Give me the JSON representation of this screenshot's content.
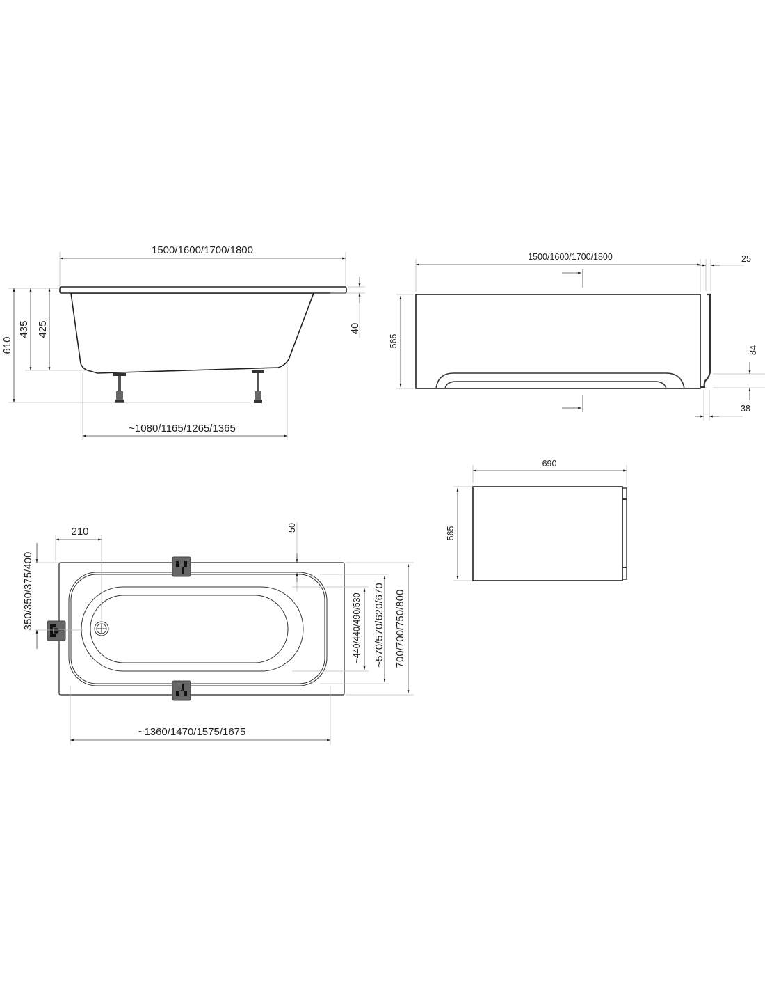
{
  "side_view": {
    "length_label": "1500/1600/1700/1800",
    "height_total": "610",
    "height_435": "435",
    "height_425": "425",
    "rim_thickness": "40",
    "leg_span": "~1080/1165/1265/1365"
  },
  "front_panel": {
    "length_label": "1500/1600/1700/1800",
    "height": "565",
    "thickness_top": "25",
    "profile_step": "84",
    "profile_bottom": "38"
  },
  "end_panel": {
    "width": "690",
    "height": "565"
  },
  "top_view": {
    "drain_offset": "210",
    "rim_offset": "50",
    "side_offset": "350/350/375/400",
    "basin_width": "~440/440/490/530",
    "inner_width": "~570/570/620/670",
    "total_width": "700/700/750/800",
    "inner_length": "~1360/1470/1575/1675"
  },
  "colors": {
    "line": "#222222",
    "connector": "#666666"
  }
}
